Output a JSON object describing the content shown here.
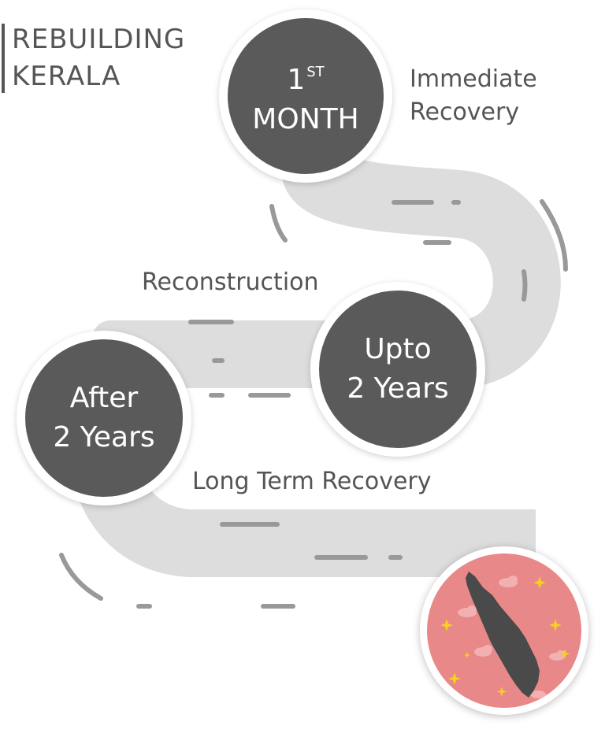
{
  "title": {
    "line1": "REBUILDING",
    "line2": "KERALA"
  },
  "milestones": [
    {
      "line1": "1",
      "sup": "ST",
      "line2": "MONTH",
      "label_line1": "Immediate",
      "label_line2": "Recovery"
    },
    {
      "line1": "Upto",
      "line2": "2 Years",
      "label_line1": "Reconstruction"
    },
    {
      "line1": "After",
      "line2": "2 Years",
      "label_line1": "Long Term Recovery"
    }
  ],
  "icons": {
    "road": "winding-road-icon",
    "kerala": "kerala-map-icon",
    "cloud": "cloud-icon",
    "sparkle": "sparkle-icon"
  },
  "colors": {
    "road": "#dddddd",
    "road_marking": "#999999",
    "milestone": "#5a5a5a",
    "text": "#555555",
    "badge": "#e88888",
    "map": "#4a4a4a",
    "sparkle": "#f5d020"
  }
}
